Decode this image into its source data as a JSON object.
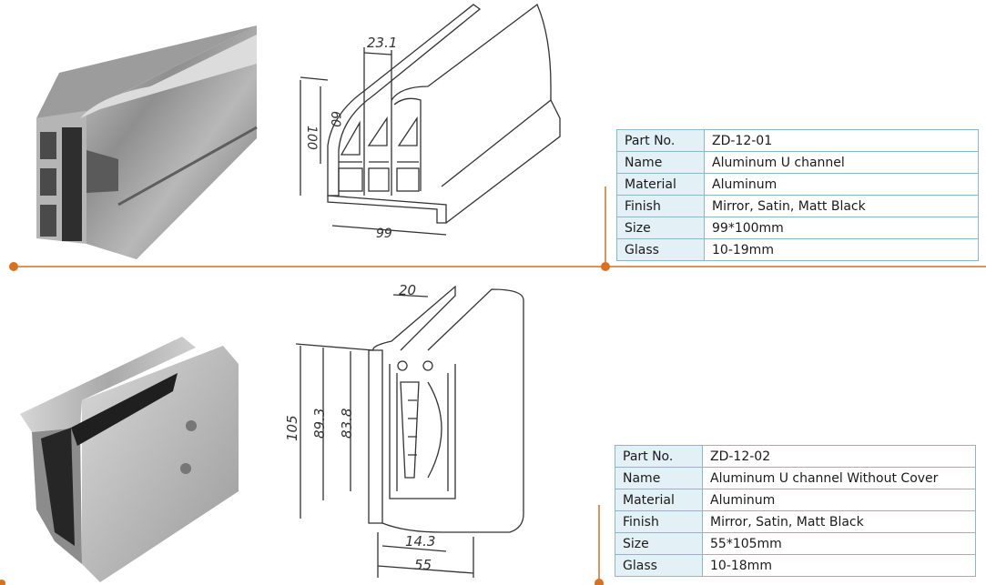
{
  "products": [
    {
      "dims": {
        "top": "23.1",
        "inner": "60",
        "height": "100",
        "width": "99"
      },
      "spec": [
        {
          "key": "Part No.",
          "value": "ZD-12-01"
        },
        {
          "key": "Name",
          "value": "Aluminum U channel"
        },
        {
          "key": "Material",
          "value": "Aluminum"
        },
        {
          "key": "Finish",
          "value": "Mirror, Satin, Matt Black"
        },
        {
          "key": "Size",
          "value": "99*100mm"
        },
        {
          "key": "Glass",
          "value": "10-19mm"
        }
      ]
    },
    {
      "dims": {
        "top": "20",
        "h1": "105",
        "h2": "89.3",
        "h3": "83.8",
        "inner": "14.3",
        "width": "55"
      },
      "spec": [
        {
          "key": "Part No.",
          "value": "ZD-12-02"
        },
        {
          "key": "Name",
          "value": "Aluminum U channel Without Cover"
        },
        {
          "key": "Material",
          "value": "Aluminum"
        },
        {
          "key": "Finish",
          "value": "Mirror, Satin, Matt Black"
        },
        {
          "key": "Size",
          "value": "55*105mm"
        },
        {
          "key": "Glass",
          "value": "10-18mm"
        }
      ]
    }
  ],
  "colors": {
    "accent": "#d9711f",
    "table_border": "#8bb8c9",
    "table_key_bg": "#e3f0f6"
  }
}
